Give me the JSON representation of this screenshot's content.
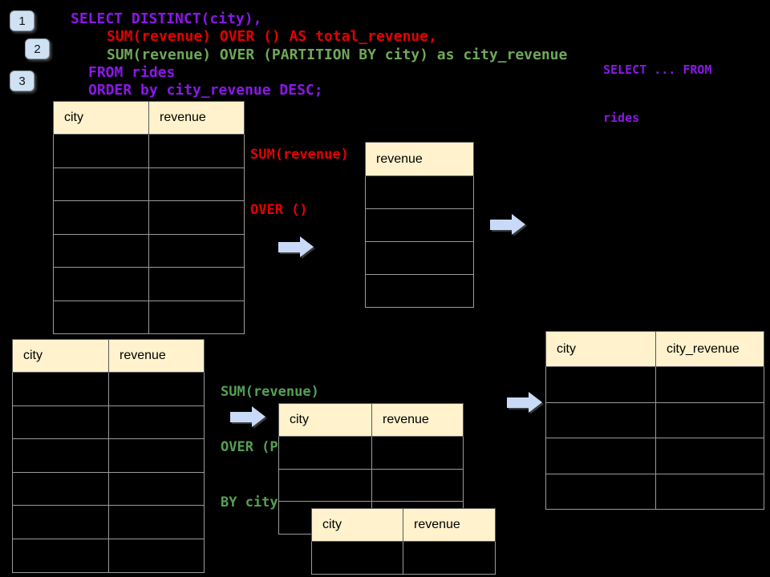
{
  "badges": [
    {
      "label": "1"
    },
    {
      "label": "2"
    },
    {
      "label": "3"
    }
  ],
  "sql_code": {
    "lines": [
      {
        "text": "SELECT DISTINCT(city),",
        "color": "#8B17E8"
      },
      {
        "text": "SUM(revenue) OVER () AS total_revenue,",
        "color": "#E60000"
      },
      {
        "text": "SUM(revenue) OVER (PARTITION BY city) as city_revenue",
        "color": "#6FA85A"
      },
      {
        "text": "FROM rides",
        "color": "#8B17E8"
      },
      {
        "text": "ORDER by city_revenue DESC;",
        "color": "#8B17E8"
      }
    ]
  },
  "side_note": {
    "lines": [
      "SELECT ... FROM",
      "rides"
    ],
    "color": "#8B17E8"
  },
  "annotations": {
    "total": {
      "lines": [
        "SUM(revenue)",
        "OVER ()"
      ],
      "color": "#E60000"
    },
    "partition": {
      "lines": [
        "SUM(revenue)",
        "OVER (PARTITION",
        "BY city)"
      ],
      "color": "#55A055"
    }
  },
  "tables": {
    "source_top": {
      "headers": [
        "city",
        "revenue"
      ],
      "body_rows": 6
    },
    "total_result": {
      "headers": [
        "revenue"
      ],
      "body_rows": 4
    },
    "source_bottom": {
      "headers": [
        "city",
        "revenue"
      ],
      "body_rows": 6
    },
    "partition_input": {
      "headers": [
        "city",
        "revenue"
      ],
      "body_rows": 3
    },
    "partition_overlay": {
      "headers": [
        "city",
        "revenue"
      ],
      "body_rows": 1
    },
    "partition_result": {
      "headers": [
        "city",
        "city_revenue"
      ],
      "body_rows": 4
    }
  },
  "colors": {
    "background": "#000000",
    "table_header_fill": "#FFF2CC",
    "table_border": "#9A9A9A",
    "arrow_fill": "#C9DAF8",
    "badge_fill": "#CFE2F3",
    "code_purple": "#8B17E8",
    "code_red": "#E60000",
    "code_green": "#6FA85A"
  }
}
